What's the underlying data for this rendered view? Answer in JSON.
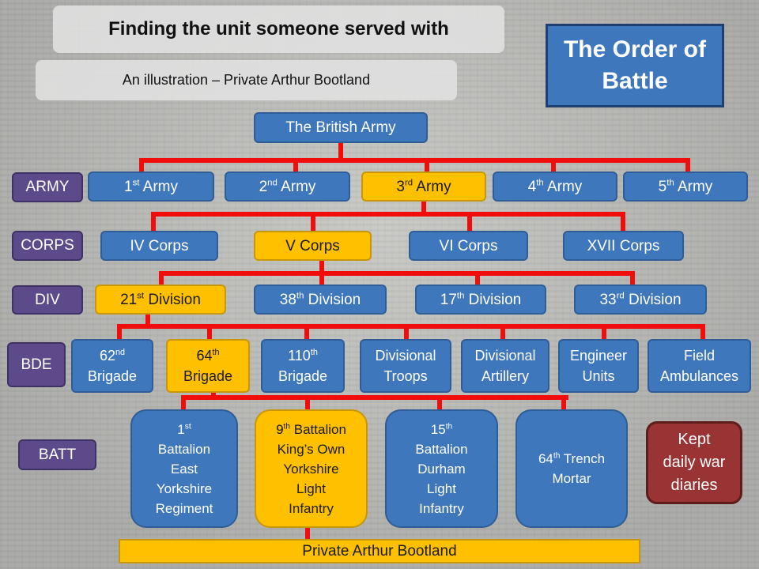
{
  "title": "Finding the unit someone served with",
  "subtitle": "An illustration – Private Arthur Bootland",
  "order_of_battle": "The Order of Battle",
  "root": "The British Army",
  "labels": {
    "army": "ARMY",
    "corps": "CORPS",
    "div": "DIV",
    "bde": "BDE",
    "batt": "BATT"
  },
  "armies": [
    {
      "num": "1",
      "sup": "st",
      "rest": " Army",
      "selected": false
    },
    {
      "num": "2",
      "sup": "nd",
      "rest": " Army",
      "selected": false
    },
    {
      "num": "3",
      "sup": "rd",
      "rest": " Army",
      "selected": true
    },
    {
      "num": "4",
      "sup": "th",
      "rest": "  Army",
      "selected": false
    },
    {
      "num": "5",
      "sup": "th",
      "rest": " Army",
      "selected": false
    }
  ],
  "corps": [
    {
      "label": "IV Corps",
      "selected": false
    },
    {
      "label": "V Corps",
      "selected": true
    },
    {
      "label": "VI Corps",
      "selected": false
    },
    {
      "label": "XVII Corps",
      "selected": false
    }
  ],
  "divisions": [
    {
      "num": "21",
      "sup": "st",
      "rest": " Division",
      "selected": true
    },
    {
      "num": "38",
      "sup": "th",
      "rest": " Division",
      "selected": false
    },
    {
      "num": "17",
      "sup": "th",
      "rest": " Division",
      "selected": false
    },
    {
      "num": "33",
      "sup": "rd",
      "rest": " Division",
      "selected": false
    }
  ],
  "brigades": [
    {
      "num": "62",
      "sup": "nd",
      "rest": "Brigade",
      "selected": false
    },
    {
      "num": "64",
      "sup": "th",
      "rest": "Brigade",
      "selected": true
    },
    {
      "num": "110",
      "sup": "th",
      "rest": "Brigade",
      "selected": false
    },
    {
      "num": "",
      "sup": "",
      "line1": "Divisional",
      "rest": "Troops",
      "selected": false
    },
    {
      "num": "",
      "sup": "",
      "line1": "Divisional",
      "rest": "Artillery",
      "selected": false
    },
    {
      "num": "",
      "sup": "",
      "line1": "Engineer",
      "rest": "Units",
      "selected": false
    },
    {
      "num": "",
      "sup": "",
      "line1": "Field",
      "rest": "Ambulances",
      "selected": false
    }
  ],
  "battalions": [
    {
      "num": "1",
      "sup": "st",
      "first": "",
      "lines": [
        "Battalion",
        "East",
        "Yorkshire",
        "Regiment"
      ],
      "selected": false
    },
    {
      "num": "9",
      "sup": "th",
      "first": " Battalion",
      "lines": [
        "King’s Own",
        "Yorkshire",
        "Light",
        "Infantry"
      ],
      "selected": true
    },
    {
      "num": "15",
      "sup": "th",
      "first": "",
      "lines": [
        "Battalion",
        "Durham",
        "Light",
        "Infantry"
      ],
      "selected": false
    },
    {
      "num": "64",
      "sup": "th",
      "first": " Trench",
      "lines": [
        "Mortar"
      ],
      "selected": false
    }
  ],
  "kept": [
    "Kept",
    "daily war",
    "diaries"
  ],
  "private": "Private Arthur Bootland",
  "colors": {
    "box_blue": "#3f77bd",
    "selected_gold": "#ffc000",
    "label_purple": "#5c4a8a",
    "connector_red": "#f20d0d",
    "note_red": "#9a3333"
  }
}
